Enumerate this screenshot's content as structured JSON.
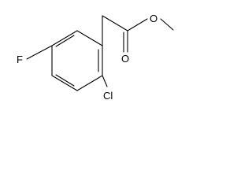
{
  "molecule": {
    "atoms": {
      "fluorine": "F",
      "chlorine": "Cl",
      "carbonyl_oxygen": "O",
      "ester_oxygen": "O"
    }
  }
}
